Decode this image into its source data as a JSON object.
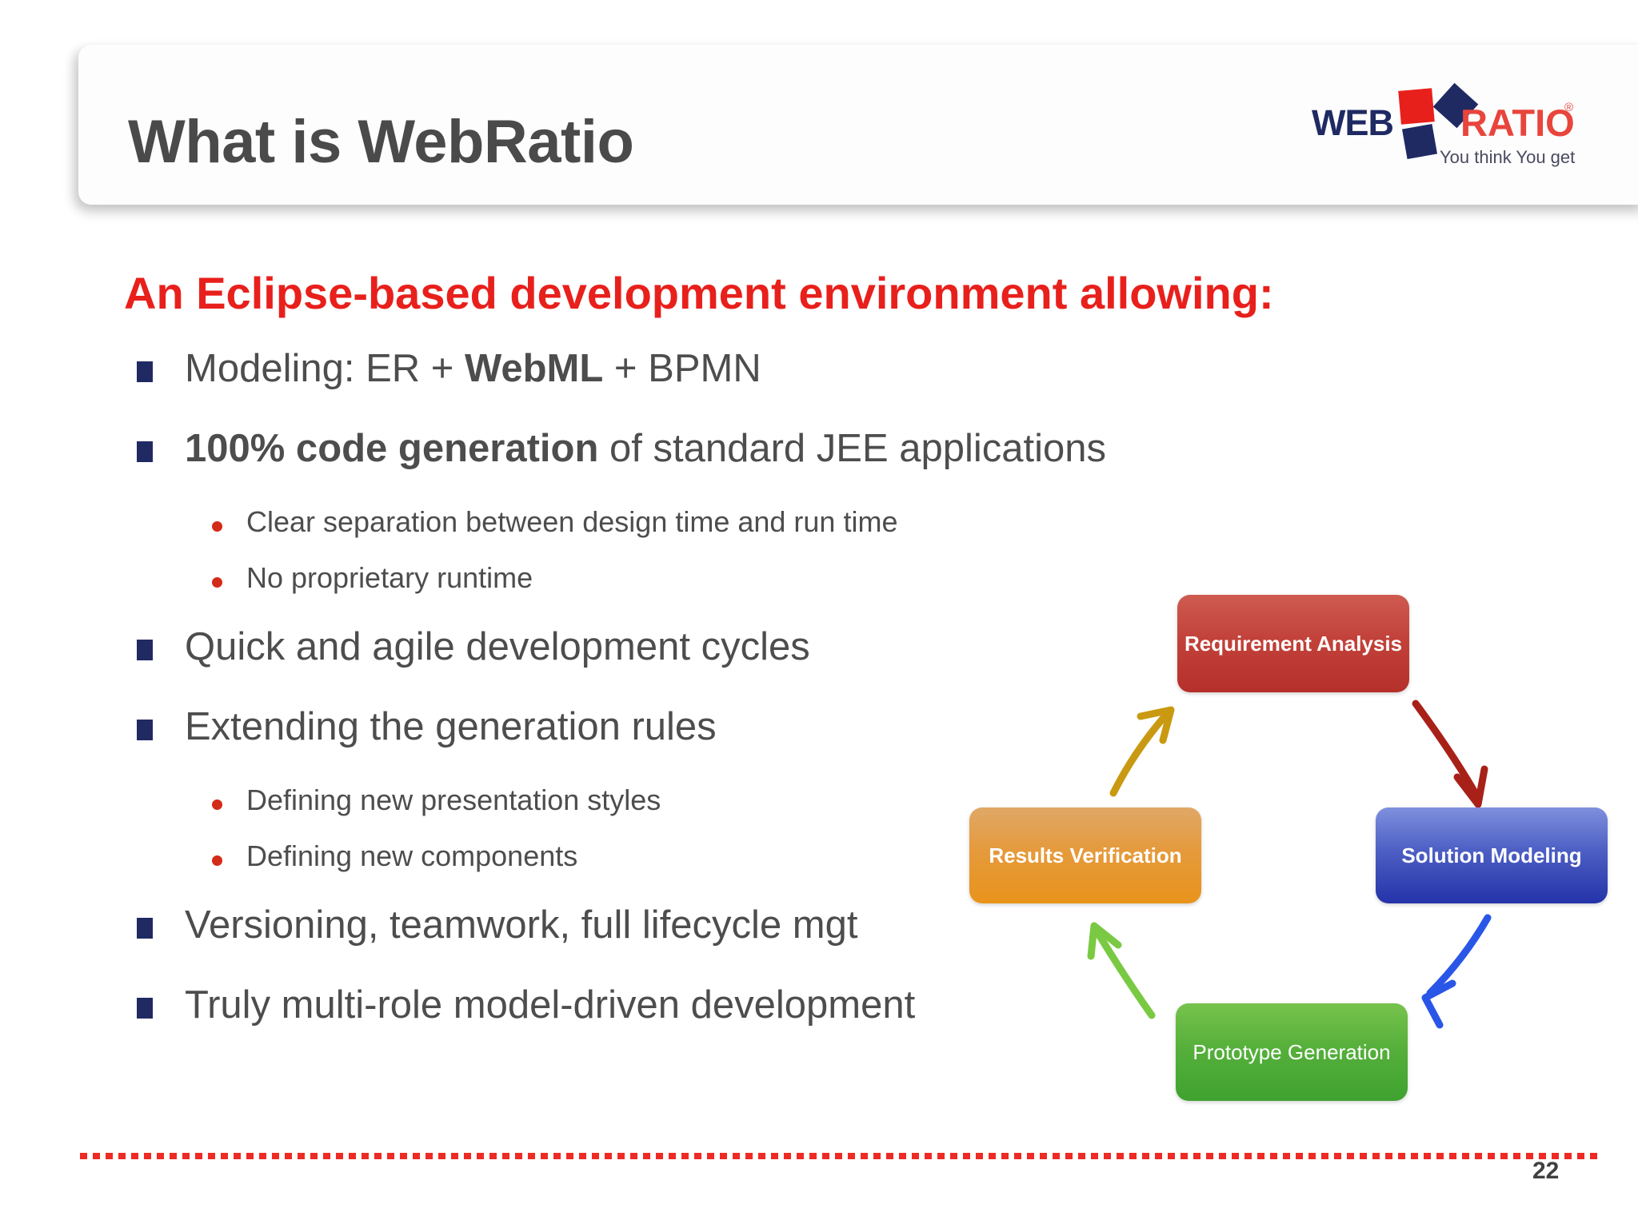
{
  "slide": {
    "title": "What is WebRatio",
    "page_number": "22",
    "headline": "An Eclipse-based development environment allowing:"
  },
  "logo": {
    "web_text": "WEB",
    "ratio_text": "RATIO",
    "registered_mark": "®",
    "tagline": "You think You get",
    "navy": "#1f2a63",
    "red": "#e8201c"
  },
  "bullets": [
    {
      "level": 1,
      "id": "modeling",
      "segments": [
        {
          "text": "Modeling: ER + ",
          "bold": false
        },
        {
          "text": "WebML",
          "bold": true
        },
        {
          "text": " + BPMN",
          "bold": false
        }
      ],
      "plain": "Modeling: ER + WebML + BPMN"
    },
    {
      "level": 1,
      "id": "code-generation",
      "segments": [
        {
          "text": "100% code generation",
          "bold": true
        },
        {
          "text": " of standard JEE applications",
          "bold": false
        }
      ],
      "plain": "100% code generation of standard JEE applications"
    },
    {
      "level": 2,
      "id": "clear-separation",
      "plain": "Clear separation between design time and run time"
    },
    {
      "level": 2,
      "id": "no-proprietary-runtime",
      "plain": "No proprietary runtime"
    },
    {
      "level": 1,
      "id": "quick-agile",
      "segments": [
        {
          "text": "Quick and agile development cycles",
          "bold": false
        }
      ],
      "plain": "Quick and agile development cycles"
    },
    {
      "level": 1,
      "id": "extending-rules",
      "segments": [
        {
          "text": "Extending the generation rules",
          "bold": false
        }
      ],
      "plain": "Extending the generation rules"
    },
    {
      "level": 2,
      "id": "new-presentation-styles",
      "plain": "Defining new presentation styles"
    },
    {
      "level": 2,
      "id": "new-components",
      "plain": "Defining new components"
    },
    {
      "level": 1,
      "id": "versioning",
      "segments": [
        {
          "text": "Versioning, teamwork, full lifecycle mgt",
          "bold": false
        }
      ],
      "plain": "Versioning, teamwork, full lifecycle mgt"
    },
    {
      "level": 1,
      "id": "multi-role",
      "segments": [
        {
          "text": "Truly multi-role model-driven development",
          "bold": false
        }
      ],
      "plain": "Truly multi-role model-driven development"
    }
  ],
  "chart_data": {
    "type": "diagram",
    "title": "Development lifecycle cycle",
    "nodes": [
      {
        "id": "requirement-analysis",
        "label": "Requirement Analysis",
        "color": "#c2423a",
        "position": "top"
      },
      {
        "id": "solution-modeling",
        "label": "Solution Modeling",
        "color": "#4d5fc4",
        "position": "right"
      },
      {
        "id": "prototype-generation",
        "label": "Prototype Generation",
        "color": "#56b03b",
        "position": "bottom"
      },
      {
        "id": "results-verification",
        "label": "Results Verification",
        "color": "#e59a3c",
        "position": "left"
      }
    ],
    "edges": [
      {
        "from": "requirement-analysis",
        "to": "solution-modeling",
        "color": "#a82119"
      },
      {
        "from": "solution-modeling",
        "to": "prototype-generation",
        "color": "#2a56e8"
      },
      {
        "from": "prototype-generation",
        "to": "results-verification",
        "color": "#7ac943"
      },
      {
        "from": "results-verification",
        "to": "requirement-analysis",
        "color": "#c99a11"
      }
    ]
  },
  "colors": {
    "headline_red": "#e8201c",
    "title_gray": "#4a4a4a",
    "body_gray": "#4d4d4d",
    "bullet_navy": "#1f2a63",
    "subbullet_red": "#d42a18",
    "footer_red": "#ee2a24"
  }
}
